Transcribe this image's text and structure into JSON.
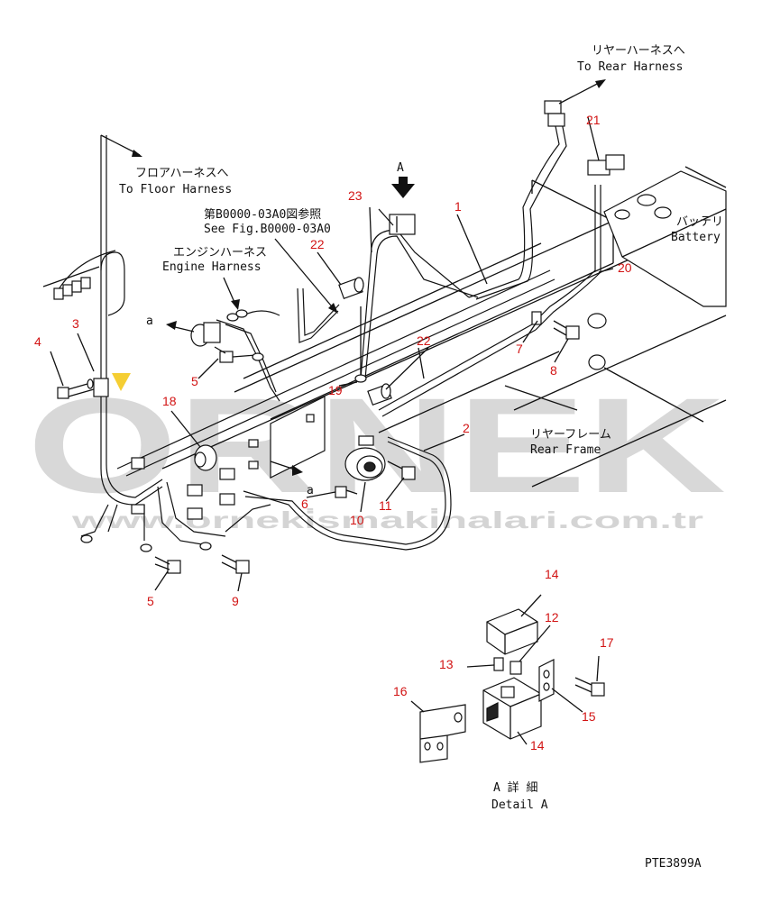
{
  "labels": {
    "rear_harness_jp": "リヤーハーネスへ",
    "rear_harness_en": "To Rear Harness",
    "floor_harness_jp": "フロアハーネスへ",
    "floor_harness_en": "To Floor Harness",
    "see_fig_jp": "第B0000-03A0図参照",
    "see_fig_en": "See Fig.B0000-03A0",
    "engine_harness_jp": "エンジンハーネス",
    "engine_harness_en": "Engine Harness",
    "battery_jp": "バッテリ",
    "battery_en": "Battery",
    "rear_frame_jp": "リヤーフレーム",
    "rear_frame_en": "Rear Frame",
    "view_a": "A",
    "ref_a_1": "a",
    "ref_a_2": "a",
    "detail_jp": "A 詳 細",
    "detail_en": "Detail A",
    "drawing_code": "PTE3899A"
  },
  "callouts": {
    "c1": "1",
    "c2": "2",
    "c3": "3",
    "c4": "4",
    "c5a": "5",
    "c5b": "5",
    "c6": "6",
    "c7": "7",
    "c8": "8",
    "c9": "9",
    "c10": "10",
    "c11": "11",
    "c12": "12",
    "c13": "13",
    "c14a": "14",
    "c14b": "14",
    "c15": "15",
    "c16": "16",
    "c17": "17",
    "c18": "18",
    "c19": "19",
    "c20": "20",
    "c21": "21",
    "c22a": "22",
    "c22b": "22",
    "c23": "23"
  },
  "watermark": {
    "brand": "ORNEK",
    "url": "www.orneki̇smaki̇nalari.com.tr"
  },
  "colors": {
    "callout": "#d21414",
    "line": "#111111",
    "watermark": "#b9b9b9",
    "watermark_accent": "#f2c200"
  }
}
